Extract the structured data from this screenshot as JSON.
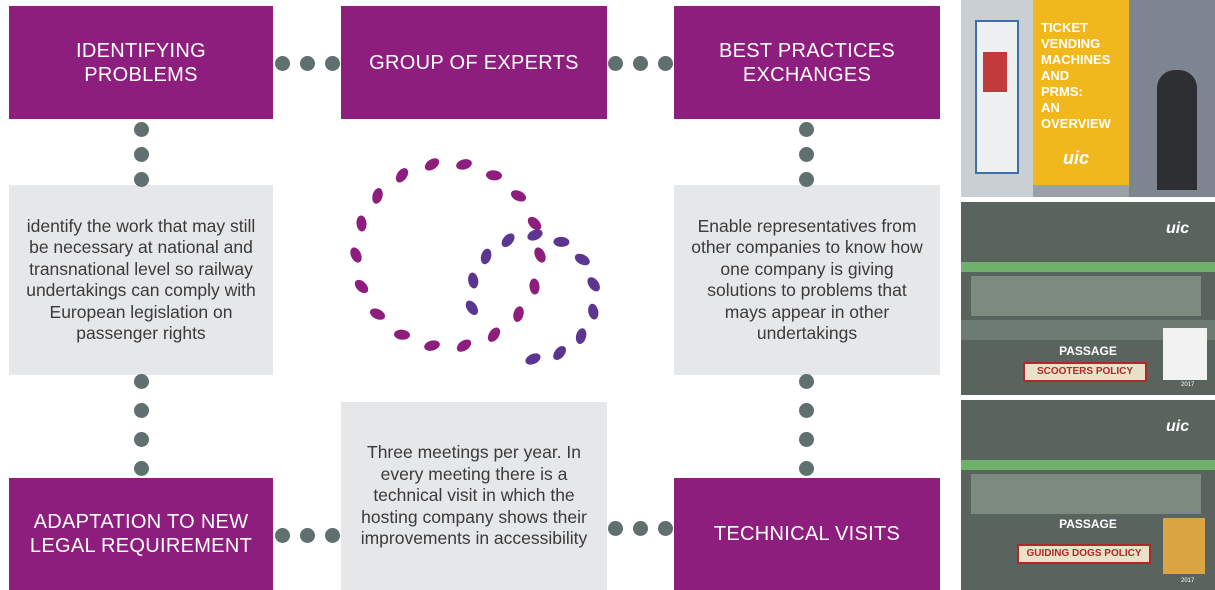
{
  "diagram": {
    "boxes": {
      "identifying_problems": "IDENTIFYING\nPROBLEMS",
      "group_of_experts": "GROUP OF EXPERTS",
      "best_practices": "BEST PRACTICES\nEXCHANGES",
      "adaptation": "ADAPTATION TO NEW\nLEGAL REQUIREMENT",
      "technical_visits": "TECHNICAL VISITS"
    },
    "descriptions": {
      "identify_work": "identify the work that may still be necessary at national and transnational level so railway undertakings can comply with European legislation on passenger rights",
      "enable_representatives": "Enable representatives from other companies to know how one company is giving solutions to problems that mays appear in other undertakings",
      "three_meetings": "Three meetings per year. In every meeting there is a technical visit in which the hosting company shows their improvements in accessibility"
    },
    "colors": {
      "primary_box": "#8e1e7e",
      "description_box": "#e6e7e9",
      "connector_dots": "#5f706e",
      "emblem_light": "#8e1e7e",
      "emblem_dark": "#5b3590"
    }
  },
  "thumbnails": {
    "ticket": {
      "title": "TICKET\nVENDING\nMACHINES\nAND\nPRMS:\nAN OVERVIEW",
      "logo": "uic"
    },
    "scooters": {
      "logo": "uic",
      "title": "PASSAGE",
      "policy": "SCOOTERS POLICY",
      "year": "2017"
    },
    "dogs": {
      "logo": "uic",
      "title": "PASSAGE",
      "policy": "GUIDING DOGS POLICY",
      "year": "2017"
    }
  }
}
